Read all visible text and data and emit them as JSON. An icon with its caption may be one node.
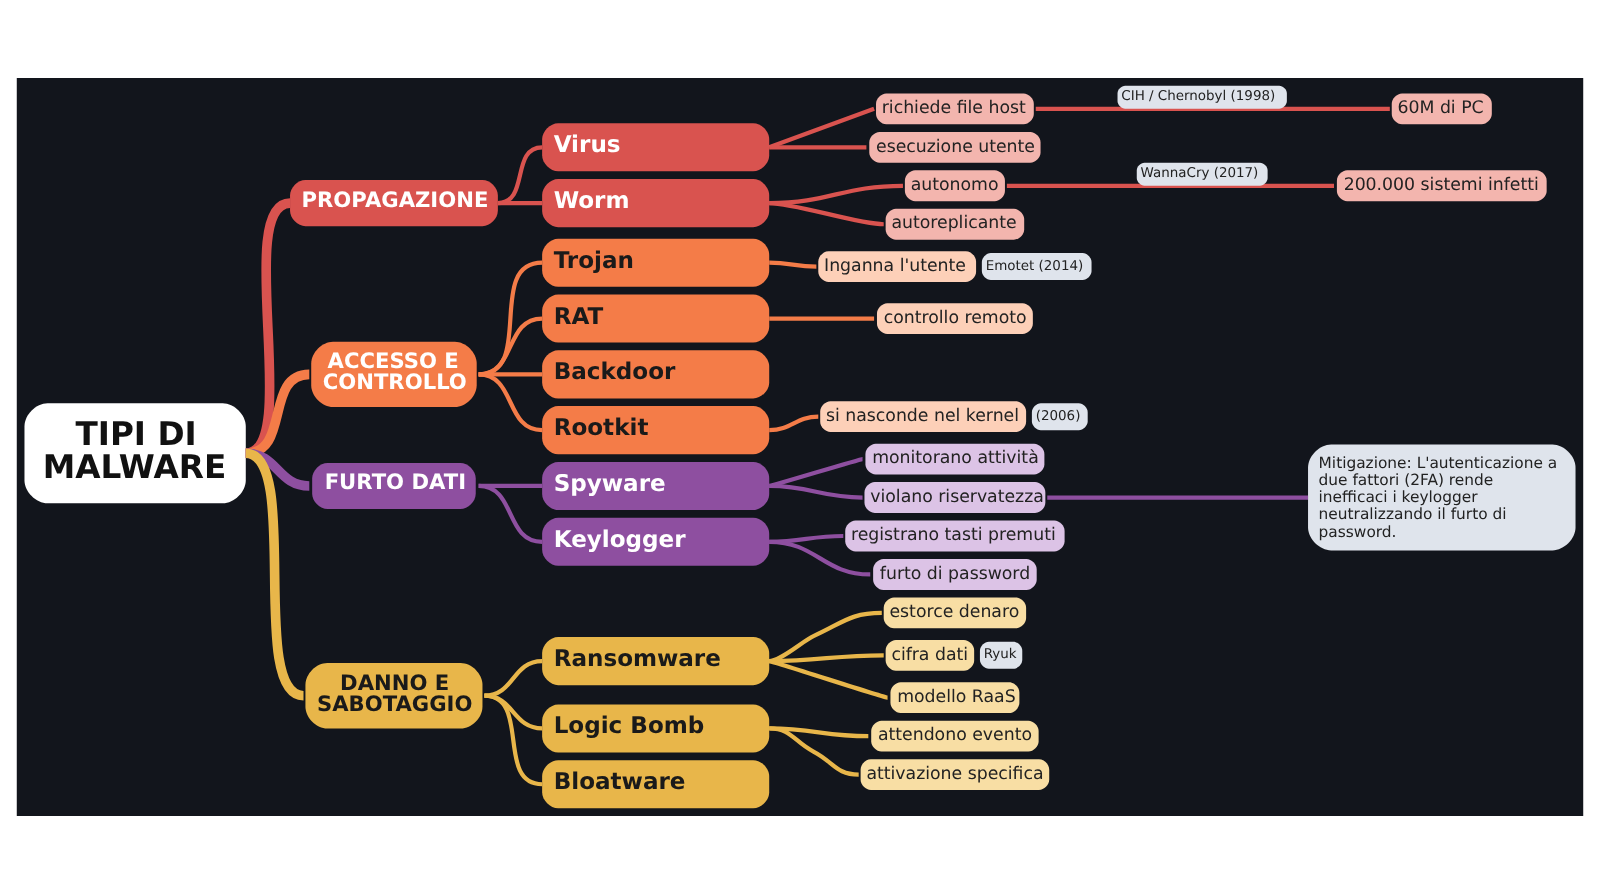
{
  "diagram": {
    "nodes": [
      {
        "text": [
          "TIPI DI MALWARE"
        ]
      },
      {
        "text": [
          "PROPAGAZIONE"
        ]
      },
      {
        "text": [
          "Virus"
        ]
      },
      {
        "text": [
          "richiede file host"
        ]
      },
      {
        "text": [
          "60M di PC"
        ]
      },
      {
        "text": [
          "esecuzione utente"
        ]
      },
      {
        "text": [
          "Worm"
        ]
      },
      {
        "text": [
          "autonomo"
        ]
      },
      {
        "text": [
          "200.000 sistemi infetti"
        ]
      },
      {
        "text": [
          "autoreplicante"
        ]
      },
      {
        "text": [
          "ACCESSO E CONTROLLO"
        ]
      },
      {
        "text": [
          "Trojan"
        ]
      },
      {
        "text": [
          "Inganna l'utente"
        ],
        "beside": [
          "Emotet (2014)"
        ]
      },
      {
        "text": [
          "RAT"
        ]
      },
      {
        "text": [
          "controllo remoto"
        ]
      },
      {
        "text": [
          "Backdoor"
        ]
      },
      {
        "text": [
          "Rootkit"
        ]
      },
      {
        "text": [
          "si nasconde nel kernel"
        ],
        "beside": [
          "(2006)"
        ]
      },
      {
        "text": [
          "FURTO DATI"
        ]
      },
      {
        "text": [
          "Spyware"
        ]
      },
      {
        "text": [
          "monitorano attività"
        ]
      },
      {
        "text": [
          "violano riservatezza"
        ]
      },
      {
        "text": [
          "Mitigazione: L'autenticazione a due fattori (2FA) rende inefficaci i keylogger neutralizzando il furto di password."
        ]
      },
      {
        "text": [
          "Keylogger"
        ]
      },
      {
        "text": [
          "registrano tasti premuti"
        ]
      },
      {
        "text": [
          "furto di password"
        ]
      },
      {
        "text": [
          "DANNO E SABOTAGGIO"
        ]
      },
      {
        "text": [
          "Ransomware"
        ]
      },
      {
        "text": [
          "estorce denaro"
        ]
      },
      {
        "text": [
          "cifra dati"
        ],
        "beside": [
          "Ryuk"
        ]
      },
      {
        "text": [
          "modello RaaS"
        ]
      },
      {
        "text": [
          "Logic Bomb"
        ]
      },
      {
        "text": [
          "attendono evento"
        ]
      },
      {
        "text": [
          "attivazione specifica"
        ]
      },
      {
        "text": [
          "Bloatware"
        ]
      }
    ],
    "edges": [
      {
        "from": 0,
        "to": 1,
        "arrow": "none",
        "style": "thick",
        "color": "#d9534f"
      },
      {
        "from": 1,
        "to": 2,
        "arrow": "none",
        "color": "#d9534f"
      },
      {
        "from": 2,
        "to": 3,
        "arrow": "none",
        "color": "#d9534f"
      },
      {
        "from": 3,
        "to": 4,
        "arrow": "none",
        "label": "CIH / Chernobyl (1998)",
        "color": "#d9534f"
      },
      {
        "from": 2,
        "to": 5,
        "arrow": "none",
        "color": "#d9534f"
      },
      {
        "from": 1,
        "to": 6,
        "arrow": "none",
        "color": "#d9534f"
      },
      {
        "from": 6,
        "to": 7,
        "arrow": "none",
        "color": "#d9534f"
      },
      {
        "from": 7,
        "to": 8,
        "arrow": "none",
        "label": "WannaCry (2017)",
        "color": "#d9534f"
      },
      {
        "from": 6,
        "to": 9,
        "arrow": "none",
        "color": "#d9534f"
      },
      {
        "from": 0,
        "to": 10,
        "arrow": "none",
        "style": "thick",
        "color": "#f47c48"
      },
      {
        "from": 10,
        "to": 11,
        "arrow": "none",
        "color": "#f47c48"
      },
      {
        "from": 11,
        "to": 12,
        "arrow": "none",
        "color": "#f47c48"
      },
      {
        "from": 10,
        "to": 13,
        "arrow": "none",
        "color": "#f47c48"
      },
      {
        "from": 13,
        "to": 14,
        "arrow": "none",
        "color": "#f47c48"
      },
      {
        "from": 10,
        "to": 15,
        "arrow": "none",
        "color": "#f47c48"
      },
      {
        "from": 10,
        "to": 16,
        "arrow": "none",
        "color": "#f47c48"
      },
      {
        "from": 16,
        "to": 17,
        "arrow": "none",
        "color": "#f47c48"
      },
      {
        "from": 0,
        "to": 18,
        "arrow": "none",
        "style": "thick",
        "color": "#8e4fa0"
      },
      {
        "from": 18,
        "to": 19,
        "arrow": "none",
        "color": "#8e4fa0"
      },
      {
        "from": 19,
        "to": 20,
        "arrow": "none",
        "color": "#8e4fa0"
      },
      {
        "from": 19,
        "to": 21,
        "arrow": "none",
        "color": "#8e4fa0"
      },
      {
        "from": 21,
        "to": 22,
        "arrow": "none",
        "color": "#8e4fa0"
      },
      {
        "from": 18,
        "to": 23,
        "arrow": "none",
        "color": "#8e4fa0"
      },
      {
        "from": 23,
        "to": 24,
        "arrow": "none",
        "color": "#8e4fa0"
      },
      {
        "from": 23,
        "to": 25,
        "arrow": "none",
        "color": "#8e4fa0"
      },
      {
        "from": 0,
        "to": 26,
        "arrow": "none",
        "style": "thick",
        "color": "#e8b64a"
      },
      {
        "from": 26,
        "to": 27,
        "arrow": "none",
        "color": "#e8b64a"
      },
      {
        "from": 27,
        "to": 28,
        "arrow": "none",
        "color": "#e8b64a"
      },
      {
        "from": 27,
        "to": 29,
        "arrow": "none",
        "color": "#e8b64a"
      },
      {
        "from": 27,
        "to": 30,
        "arrow": "none",
        "color": "#e8b64a"
      },
      {
        "from": 26,
        "to": 31,
        "arrow": "none",
        "color": "#e8b64a"
      },
      {
        "from": 31,
        "to": 32,
        "arrow": "none",
        "color": "#e8b64a"
      },
      {
        "from": 31,
        "to": 33,
        "arrow": "none",
        "color": "#e8b64a"
      },
      {
        "from": 26,
        "to": 34,
        "arrow": "none",
        "color": "#e8b64a"
      }
    ]
  }
}
